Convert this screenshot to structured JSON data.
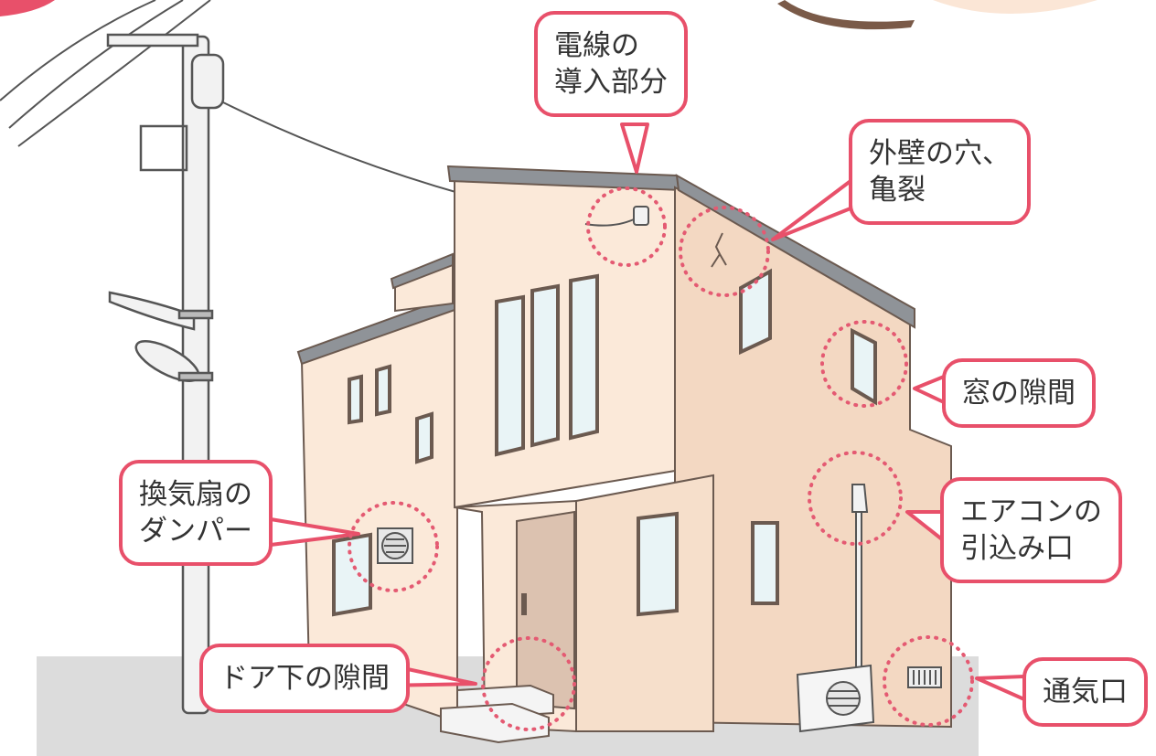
{
  "labels": {
    "wire_entry": [
      "電線の",
      "導入部分"
    ],
    "wall_holes": [
      "外壁の穴、",
      "亀裂"
    ],
    "window_gap": [
      "窓の隙間"
    ],
    "fan_damper": [
      "換気扇の",
      "ダンパー"
    ],
    "aircon_inlet": [
      "エアコンの",
      "引込み口"
    ],
    "door_gap": [
      "ドア下の隙間"
    ],
    "vent": [
      "通気口"
    ]
  },
  "colors": {
    "callout_border": "#e8506a",
    "dotted_circle": "#e45a72",
    "wall_light": "#fbe9d9",
    "wall_shade": "#f3d8c2",
    "roof": "#8f9398",
    "window_frame": "#6b5a50",
    "window_glass": "#e9f4f6",
    "ground": "#dcdcdc",
    "door": "#dcc2b0"
  }
}
